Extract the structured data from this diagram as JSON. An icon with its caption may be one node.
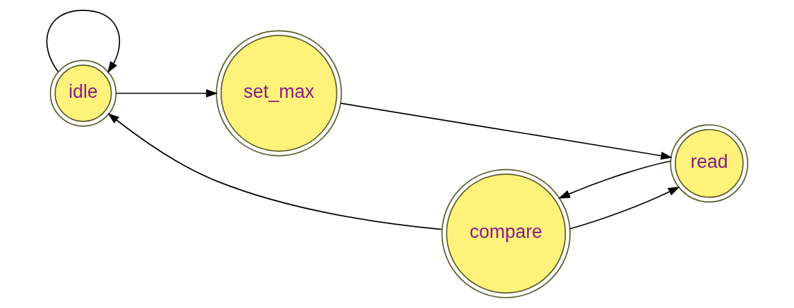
{
  "diagram": {
    "nodes": [
      {
        "text": [
          "idle"
        ]
      },
      {
        "text": [
          "set_max"
        ]
      },
      {
        "text": [
          "compare"
        ]
      },
      {
        "text": [
          "read"
        ]
      }
    ],
    "edges": [
      {
        "from": 0,
        "to": 0,
        "arrow": "to"
      },
      {
        "from": 0,
        "to": 1,
        "arrow": "to"
      },
      {
        "from": 1,
        "to": 3,
        "arrow": "to"
      },
      {
        "from": 2,
        "to": 3,
        "arrow": "to"
      },
      {
        "from": 3,
        "to": 2,
        "arrow": "to"
      },
      {
        "from": 2,
        "to": 0,
        "arrow": "to"
      }
    ]
  }
}
